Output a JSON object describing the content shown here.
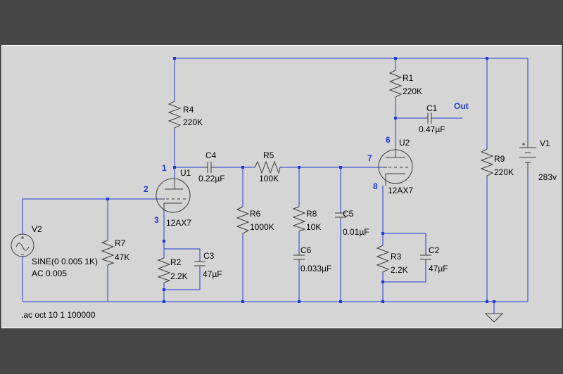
{
  "components": {
    "r1": {
      "ref": "R1",
      "value": "220K"
    },
    "r2": {
      "ref": "R2",
      "value": "2.2K"
    },
    "r3": {
      "ref": "R3",
      "value": "2.2K"
    },
    "r4": {
      "ref": "R4",
      "value": "220K"
    },
    "r5": {
      "ref": "R5",
      "value": "100K"
    },
    "r6": {
      "ref": "R6",
      "value": "1000K"
    },
    "r7": {
      "ref": "R7",
      "value": "47K"
    },
    "r8": {
      "ref": "R8",
      "value": "10K"
    },
    "r9": {
      "ref": "R9",
      "value": "220K"
    },
    "c1": {
      "ref": "C1",
      "value": "0.47µF"
    },
    "c2": {
      "ref": "C2",
      "value": "47µF"
    },
    "c3": {
      "ref": "C3",
      "value": "47µF"
    },
    "c4": {
      "ref": "C4",
      "value": "0.22µF"
    },
    "c5": {
      "ref": "C5",
      "value": "0.01µF"
    },
    "c6": {
      "ref": "C6",
      "value": "0.033µF"
    },
    "u1": {
      "ref": "U1",
      "value": "12AX7"
    },
    "u2": {
      "ref": "U2",
      "value": "12AX7"
    },
    "v1": {
      "ref": "V1",
      "value": "283v"
    },
    "v2": {
      "ref": "V2",
      "value_line1": "SINE(0 0.005 1K)",
      "value_line2": "AC 0.005"
    }
  },
  "pins": {
    "u1_plate": "1",
    "u1_grid": "2",
    "u1_cathode": "3",
    "u2_plate": "6",
    "u2_grid": "7",
    "u2_cathode": "8"
  },
  "output_label": "Out",
  "directive": ".ac oct 10 1 100000",
  "colors": {
    "wire": "#1f3bd2",
    "component": "#3b3b3b",
    "background": "#d5d5d5",
    "frame": "#464646"
  }
}
